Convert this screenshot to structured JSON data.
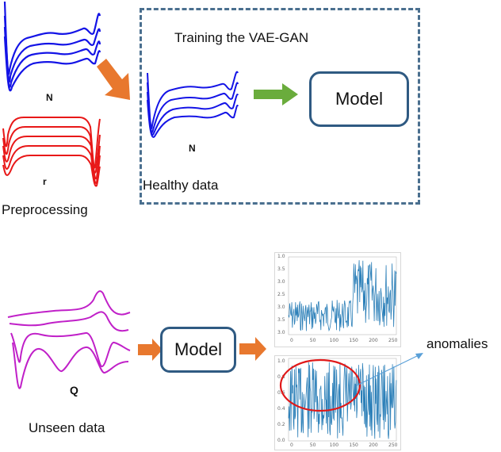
{
  "training_title": "Training the VAE-GAN",
  "model_box_top": "Model",
  "model_box_bottom": "Model",
  "label_preprocessed_N": "N",
  "label_preprocessed_r": "r",
  "label_healthy_N": "N",
  "label_unseen_Q": "Q",
  "caption_preprocessing": "Preprocessing",
  "caption_healthy": "Healthy data",
  "caption_unseen": "Unseen data",
  "caption_anomalies": "anomalies",
  "plot_top_y_ticks": [
    "1.0",
    "3.5",
    "3.0",
    "2.5",
    "3.0",
    "3.5",
    "3.0"
  ],
  "plot_top_x_ticks": [
    "0",
    "50",
    "100",
    "150",
    "200",
    "250"
  ],
  "plot_bottom_y_ticks": [
    "1.0",
    "0.8",
    "0.6",
    "0.4",
    "0.2",
    "0.0"
  ],
  "plot_bottom_x_ticks": [
    "0",
    "50",
    "100",
    "150",
    "200",
    "250"
  ],
  "colors": {
    "normal_wave": "#1414e6",
    "preprocessed_wave": "#e81818",
    "unseen_wave": "#c020c8",
    "orange_arrow": "#e8782e",
    "green_arrow": "#6aac3c",
    "box_border": "#2f5a82",
    "dashed_border": "#4a6f8f",
    "plot_line": "#2b7fb8",
    "anomaly_ellipse": "#e01818",
    "annotation_arrow": "#5aa0d8"
  }
}
